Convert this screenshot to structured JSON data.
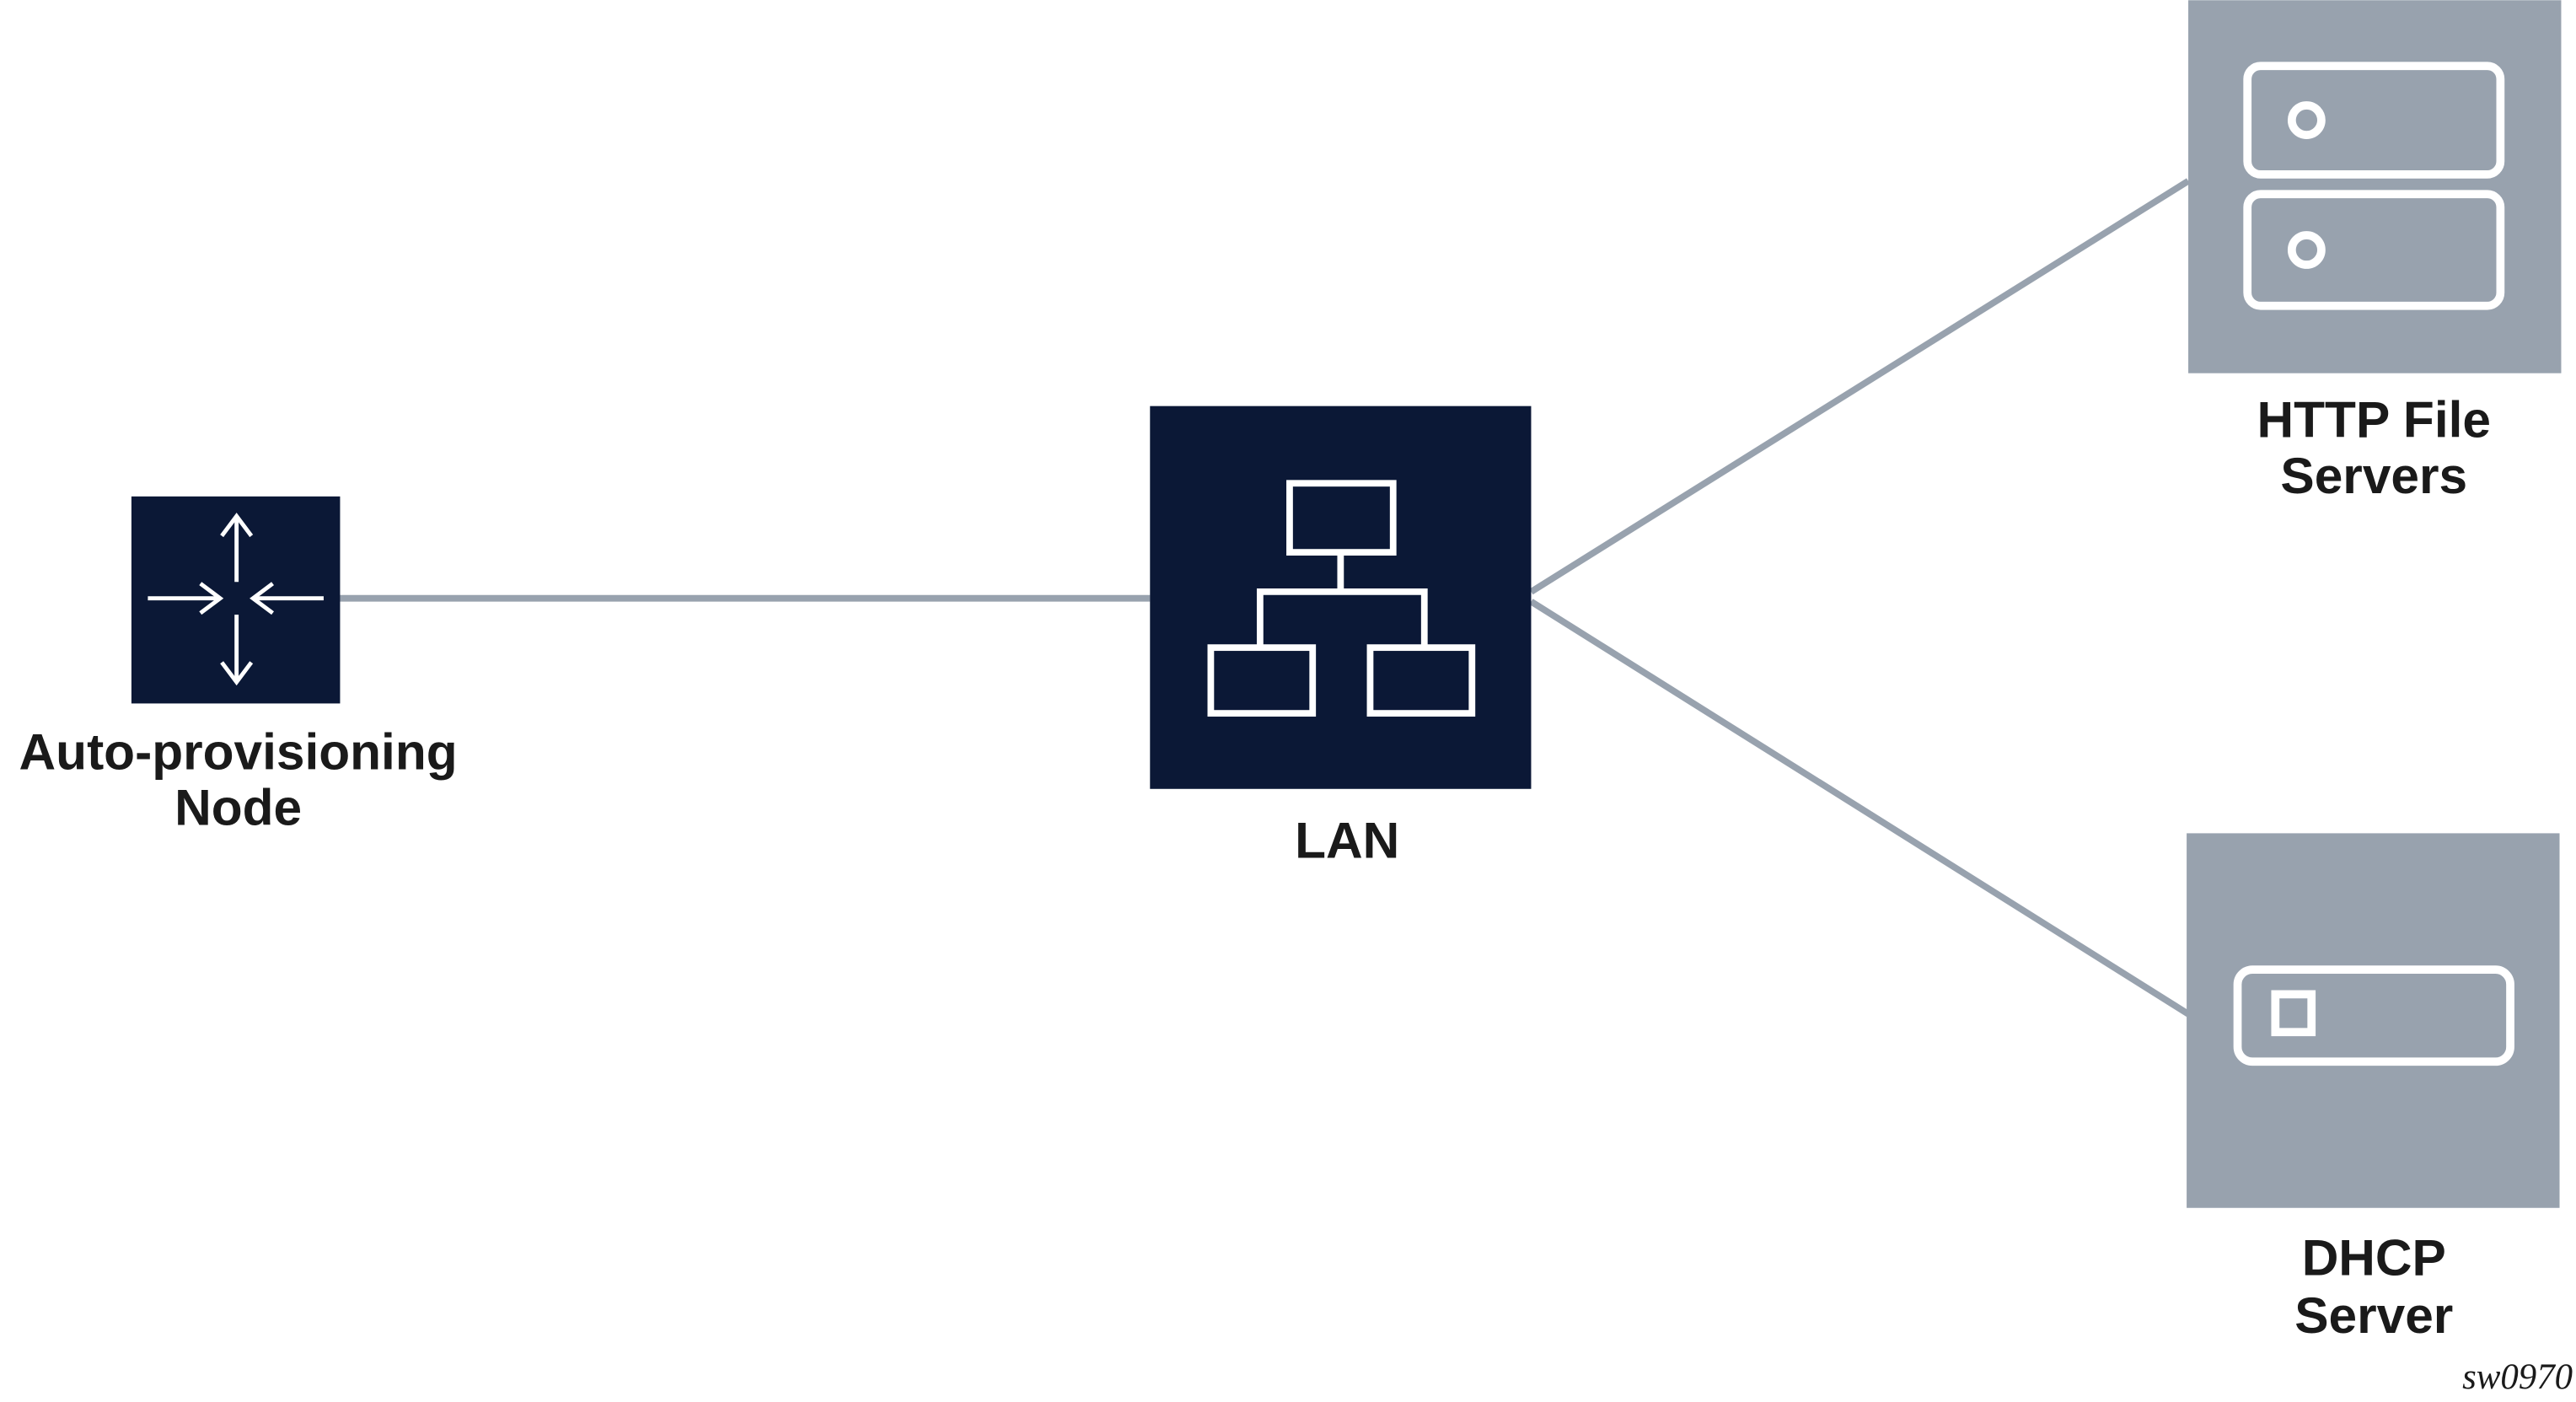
{
  "colors": {
    "node_fill": "#0b1836",
    "server_fill": "#98a2ae",
    "link": "#98a2ae",
    "icon_stroke": "#ffffff"
  },
  "nodes": {
    "auto_node": {
      "label_line1": "Auto-provisioning",
      "label_line2": "Node",
      "icon": "router-arrows-icon"
    },
    "lan": {
      "label": "LAN",
      "icon": "network-hierarchy-icon"
    },
    "http": {
      "label_line1": "HTTP File",
      "label_line2": "Servers",
      "icon": "server-stack-icon"
    },
    "dhcp": {
      "label_line1": "DHCP",
      "label_line2": "Server",
      "icon": "server-icon"
    }
  },
  "figure_id": "sw0970"
}
